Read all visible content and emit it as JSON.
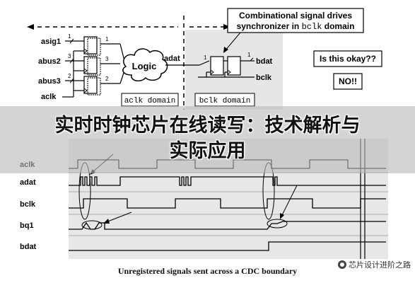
{
  "diagram": {
    "callout_label": "Combinational signal drives",
    "callout_label_2_prefix": "synchronizer in ",
    "callout_label_2_mono": "bclk",
    "callout_label_2_suffix": " domain",
    "question_label": "Is this okay??",
    "answer_label": "NO!!",
    "inputs": [
      "asig1",
      "abus2",
      "abus3",
      "aclk"
    ],
    "bus_widths": [
      "1",
      "3",
      "2"
    ],
    "logic_label": "Logic",
    "adat_label": "adat",
    "bdat_label": "bdat",
    "bclk_label": "bclk",
    "aclk_domain": "aclk domain",
    "bclk_domain": "bclk domain",
    "one_labels": [
      "1",
      "1"
    ]
  },
  "waveforms": {
    "signals": [
      "aclk",
      "adat",
      "bclk",
      "bq1",
      "bdat"
    ]
  },
  "headline": {
    "line1": "实时时钟芯片在线读写：技术解析与",
    "line2": "实际应用"
  },
  "caption": "Unregistered signals sent across a CDC boundary",
  "watermark": "芯片设计进阶之路"
}
